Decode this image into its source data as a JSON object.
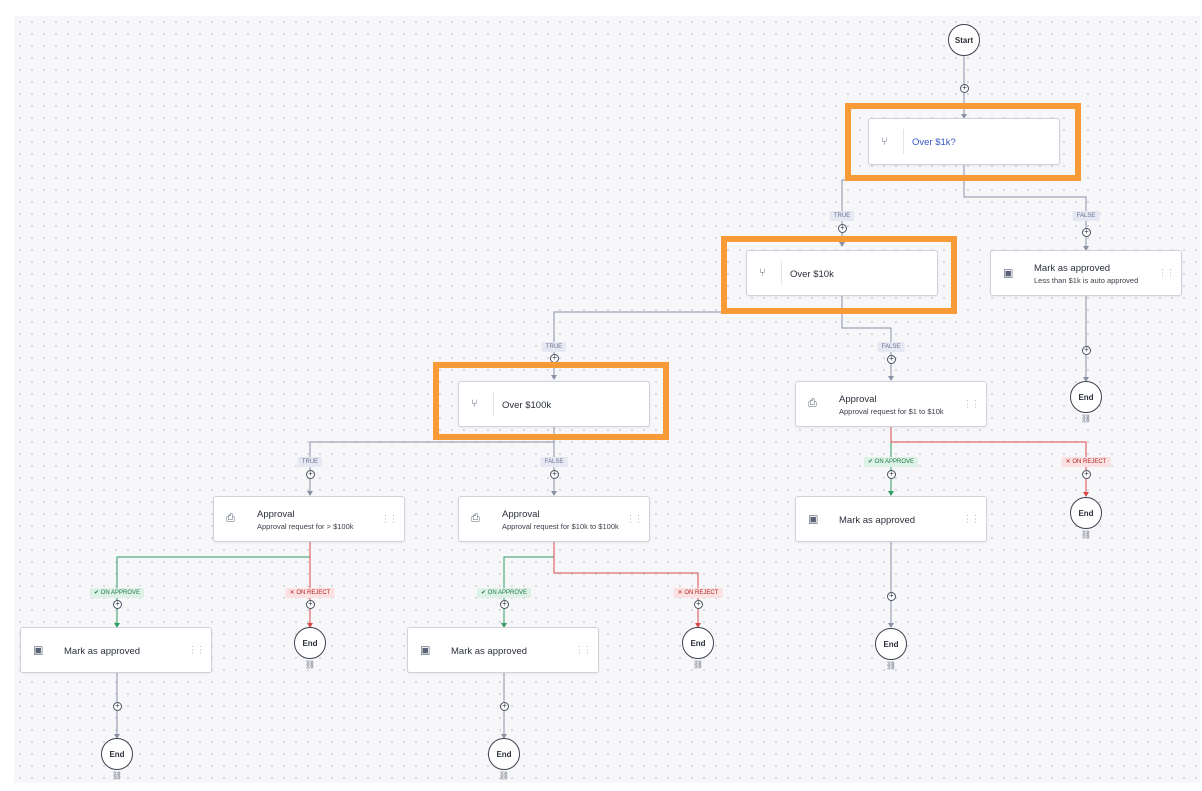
{
  "start_label": "Start",
  "end_label": "End",
  "branches": {
    "true": "TRUE",
    "false": "FALSE",
    "on_approve": "ON APPROVE",
    "on_reject": "ON REJECT"
  },
  "icons": {
    "condition": "branch-icon",
    "approval": "approval-icon",
    "mark": "mark-approved-icon",
    "link": "link-icon",
    "add": "plus-icon"
  },
  "colors": {
    "highlight": "#f89a36",
    "approve": "#2e9e63",
    "reject": "#d94a4a",
    "wire": "#8a90a6"
  },
  "nodes": {
    "over_1k": {
      "title": "Over $1k?"
    },
    "over_10k": {
      "title": "Over $10k"
    },
    "over_100k": {
      "title": "Over $100k"
    },
    "auto_approve": {
      "title": "Mark as approved",
      "subtitle": "Less than $1k is auto approved"
    },
    "approval_1_10k": {
      "title": "Approval",
      "subtitle": "Approval request for $1 to $10k"
    },
    "approval_over_100k": {
      "title": "Approval",
      "subtitle": "Approval request for > $100k"
    },
    "approval_10k_100k": {
      "title": "Approval",
      "subtitle": "Approval request for $10k to $100k"
    },
    "mark_1_10k": {
      "title": "Mark as approved"
    },
    "mark_over_100k": {
      "title": "Mark as approved"
    },
    "mark_10k_100k": {
      "title": "Mark as approved"
    }
  }
}
